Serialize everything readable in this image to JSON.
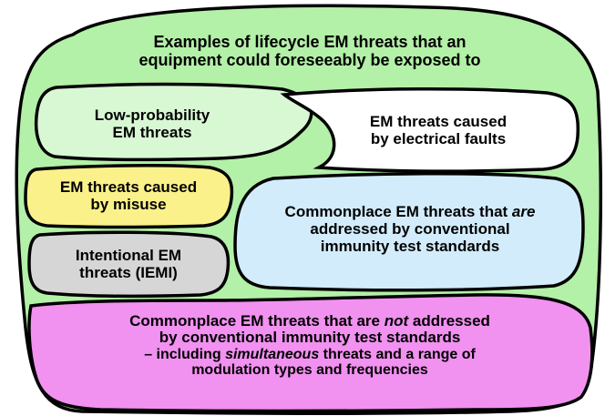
{
  "colors": {
    "outer": "#b3f0a8",
    "low_probability": "#d8f8d4",
    "electrical_faults": "#ffffff",
    "misuse": "#fbf18a",
    "iemi": "#d6d6d6",
    "addressed": "#d2ecfb",
    "not_addressed": "#f191f0",
    "stroke": "#000000"
  },
  "outer": {
    "title_line1": "Examples of lifecycle EM threats that an",
    "title_line2": "equipment could foreseeably be exposed to"
  },
  "low_probability": {
    "line1": "Low-probability",
    "line2": "EM threats"
  },
  "electrical_faults": {
    "line1": "EM threats caused",
    "line2": "by electrical faults"
  },
  "misuse": {
    "line1": "EM threats caused",
    "line2": "by misuse"
  },
  "iemi": {
    "line1": "Intentional EM",
    "line2": "threats  (IEMI)"
  },
  "addressed": {
    "line1_pre": "Commonplace EM threats that ",
    "line1_em": "are",
    "line2": "addressed by conventional",
    "line3": "immunity test standards"
  },
  "not_addressed": {
    "line1_pre": "Commonplace EM threats that are ",
    "line1_em": "not",
    "line1_post": " addressed",
    "line2": "by conventional immunity test standards",
    "line3_pre": "– including ",
    "line3_em": "simultaneous",
    "line3_post": " threats and a range of",
    "line4": "modulation types and frequencies"
  }
}
